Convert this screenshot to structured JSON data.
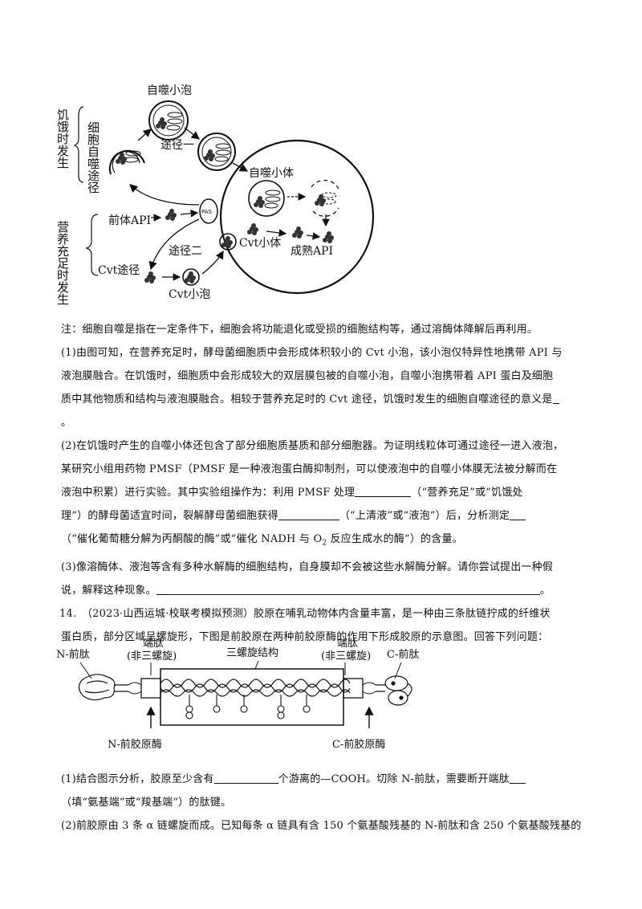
{
  "figure1": {
    "top_label": "自噬小泡",
    "starvation_label": "饥饿时发生",
    "autophagy_path_label": "细胞自噬途径",
    "path1_label": "途径一",
    "autophagic_body_label": "自噬小体",
    "precursor_label": "前体API",
    "pas_label": "PAS",
    "nutrient_label": "营养充足时发生",
    "path2_label": "途径二",
    "cvt_body_label": "Cvt小体",
    "cvt_path_label": "Cvt途径",
    "cvt_vesicle_label": "Cvt小泡",
    "mature_label": "成熟API"
  },
  "text": {
    "note": "注：细胞自噬是指在一定条件下，细胞会将功能退化或受损的细胞结构等，通过溶酶体降解后再利用。",
    "q1_line1": "(1)由图可知，在营养充足时，酵母菌细胞质中会形成体积较小的 Cvt 小泡，该小泡仅特异性地携带 API 与",
    "q1_line2": "液泡膜融合。在饥饿时，细胞质中会形成较大的双层膜包被的自噬小泡，自噬小泡携带着 API 蛋白及细胞",
    "q1_line3": "质中其他物质和结构与液泡膜融合。相较于营养充足时的 Cvt 途径，饥饿时发生的细胞自噬途径的意义是",
    "q1_line4": "。",
    "q2_line1": "(2)在饥饿时产生的自噬小体还包含了部分细胞质基质和部分细胞器。为证明线粒体可通过途径一进入液泡，",
    "q2_line2": "某研究小组用药物 PMSF（PMSF 是一种液泡蛋白酶抑制剂，可以使液泡中的自噬小体膜无法被分解而在",
    "q2_line3": "液泡中积累）进行实验。其中实验组操作为：利用 PMSF 处理",
    "q2_line3b": "（“营养充足”或“饥饿处",
    "q2_line4a": "理”）的酵母菌适宜时间，裂解酵母菌细胞获得",
    "q2_line4b": "（“上清液”或“液泡”）后，分析测定",
    "q2_line5a": "（“催化葡萄糖分解为丙酮酸的酶”或“催化 NADH 与 O",
    "q2_line5sub": "2",
    "q2_line5b": " 反应生成水的酶”）的含量。",
    "q3_line1": "(3)像溶酶体、液泡等含有多种水解酶的细胞结构，自身膜却不会被这些水解酶分解。请你尝试提出一种假",
    "q3_line2a": "说，解释这种现象。",
    "q3_line2b": "。",
    "q14_line1": "14.　（2023·山西运城·校联考模拟预测）胶原在哺乳动物体内含量丰富，是一种由三条肽链拧成的纤维状",
    "q14_line2": "蛋白质，部分区域呈螺旋形，下图是前胶原在两种前胶原酶的作用下形成胶原的示意图。回答下列问题：",
    "q14_1_line1a": "(1)结合图示分析，胶原至少含有",
    "q14_1_line1b": "个游离的—COOH。切除 N-前肽，需要断开端肽",
    "q14_1_line2": "（填“氨基端”或“羧基端”）的肽键。",
    "q14_2_line1": "(2)前胶原由 3 条 α 链螺旋而成。已知每条 α 链具有含 150 个氨基酸残基的 N-前肽和含 250 个氨基酸残基的"
  },
  "figure2": {
    "n_propeptide": "N-前肽",
    "telopeptide_left_1": "端肽",
    "telopeptide_left_2": "(非三螺旋)",
    "triple_helix": "三螺旋结构",
    "telopeptide_right_1": "端肽",
    "telopeptide_right_2": "(非三螺旋)",
    "c_propeptide": "C-前肽",
    "n_enzyme": "N-前胶原酶",
    "c_enzyme": "C-前胶原酶"
  }
}
